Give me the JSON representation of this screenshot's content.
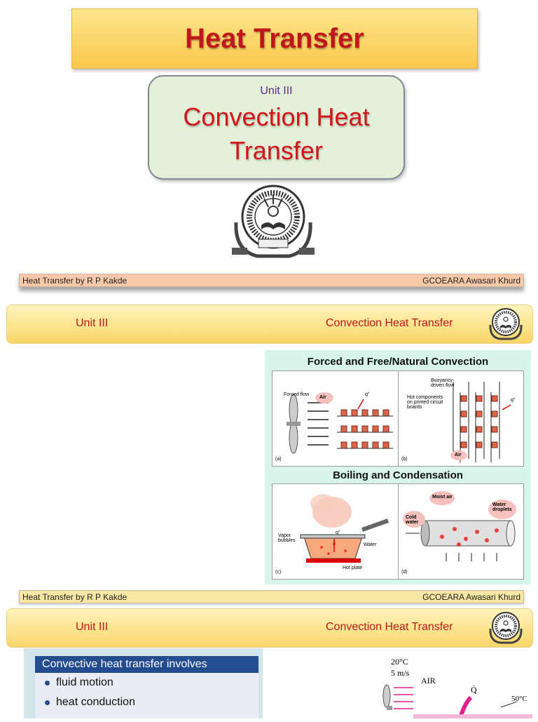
{
  "slide1": {
    "title": "Heat Transfer",
    "unit": "Unit III",
    "topic": "Convection Heat Transfer"
  },
  "footer": {
    "left": "Heat Transfer by R P Kakde",
    "right": "GCOEARA Awasari Khurd"
  },
  "header": {
    "unit": "Unit III",
    "topic": "Convection Heat Transfer"
  },
  "figure": {
    "title_top": "Forced and Free/Natural Convection",
    "title_bottom": "Boiling and Condensation",
    "labels": {
      "forced_flow": "Forced flow",
      "air": "Air",
      "q": "q\"",
      "buoyancy": "Buoyancy-driven flow",
      "hot_components": "Hot components on printed circuit boards",
      "vapor": "Vapor bubbles",
      "water": "Water",
      "hot_plate": "Hot plate",
      "moist_air": "Moist air",
      "water_droplets": "Water droplets",
      "cold_water": "Cold water",
      "pa": "(a)",
      "pb": "(b)",
      "pc": "(c)",
      "pd": "(d)"
    }
  },
  "slide3": {
    "box_title": "Convective heat transfer involves",
    "bullets": [
      "fluid motion",
      "heat conduction"
    ],
    "air_temp": "20°C",
    "air_speed": "5 m/s",
    "air_label": "AIR",
    "q_label": "Q̇",
    "surface_temp": "50°C"
  }
}
